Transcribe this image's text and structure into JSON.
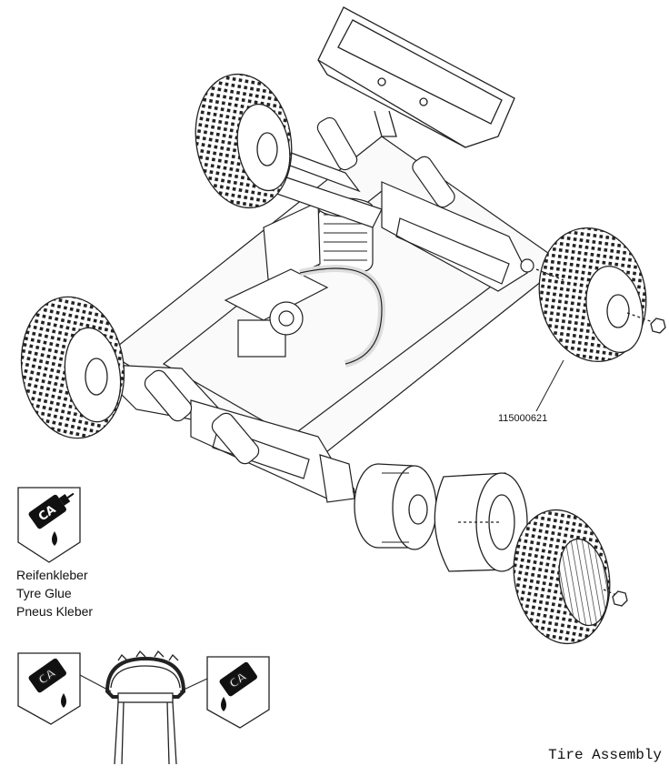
{
  "part_number": "115000621",
  "glue": {
    "symbol": "CA",
    "labels": [
      "Reifenkleber",
      "Tyre Glue",
      "Pneus Kleber"
    ]
  },
  "footer": {
    "title": "Tire Assembly"
  },
  "colors": {
    "line": "#222222",
    "paper": "#ffffff",
    "dark": "#111111"
  }
}
